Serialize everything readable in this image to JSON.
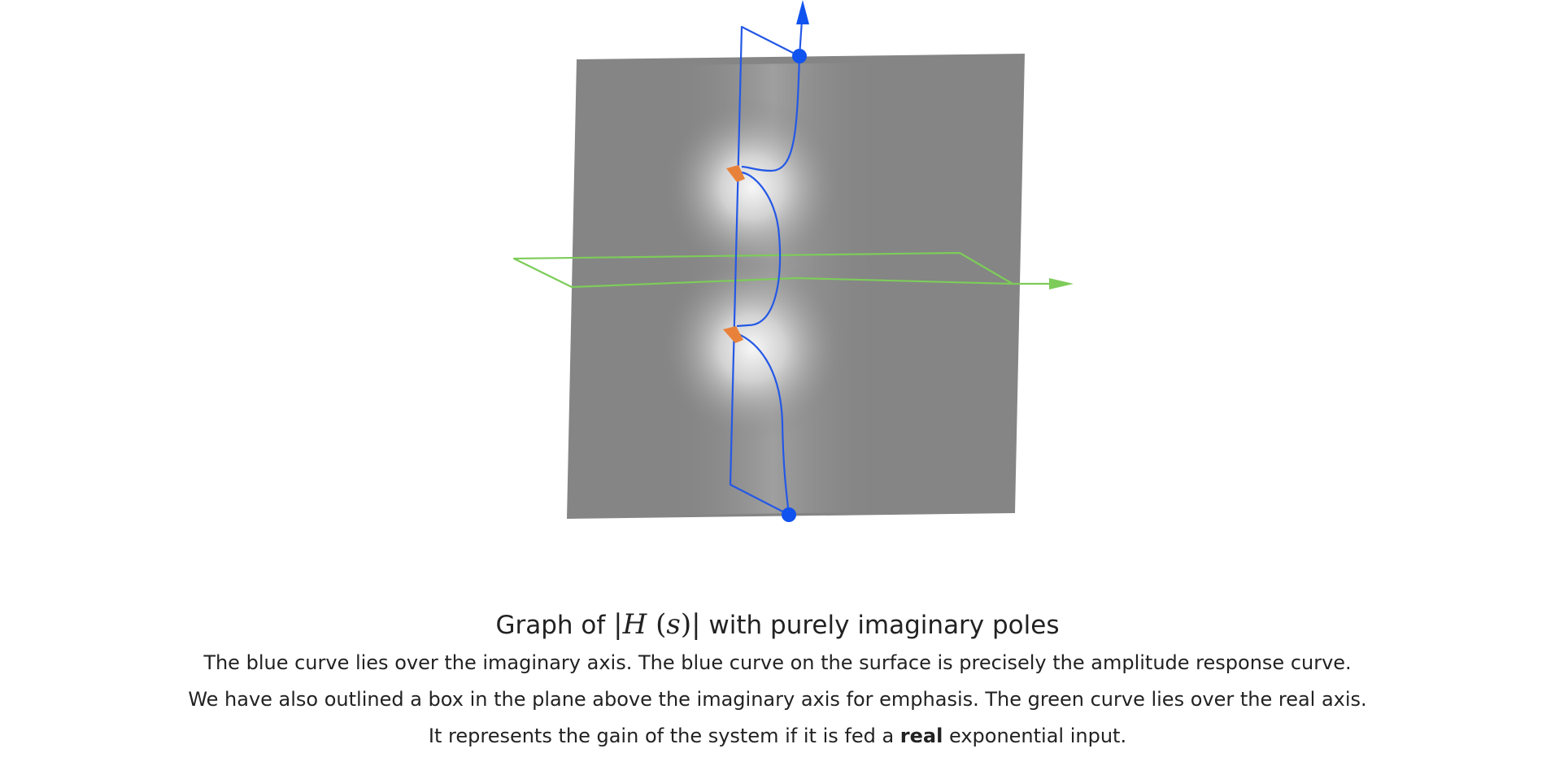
{
  "caption": {
    "title_prefix": "Graph of",
    "title_math_func": "H",
    "title_math_var": "s",
    "title_suffix": "with purely imaginary poles",
    "line1": "The blue curve lies over the imaginary axis. The blue curve on the surface is precisely the amplitude response curve.",
    "line2": "We have also outlined a box in the plane above the imaginary axis for emphasis. The green curve lies over the real axis.",
    "line3_prefix": "It represents the gain of the system if it is fed a",
    "line3_bold": "real",
    "line3_suffix": "exponential input."
  },
  "colors": {
    "surface_gray": "#858585",
    "surface_highlight": "#f5f5f5",
    "imaginary_axis_curve": "#2458e6",
    "real_axis_curve": "#7dcc5a",
    "pole_marker": "#e8823a",
    "axis_point": "#1053ee"
  }
}
